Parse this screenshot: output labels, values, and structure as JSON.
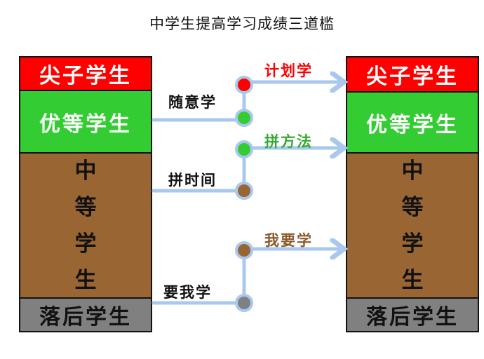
{
  "title": "中学生提高学习成绩三道槛",
  "left_column": {
    "top": "尖子学生",
    "excellent": "优等学生",
    "middle": [
      "中",
      "等",
      "学",
      "生"
    ],
    "low": "落后学生"
  },
  "right_column": {
    "top": "尖子学生",
    "excellent": "优等学生",
    "middle": [
      "中",
      "等",
      "学",
      "生"
    ],
    "low": "落后学生"
  },
  "steps": [
    {
      "from_label": "随意学",
      "to_label": "计划学",
      "to_label_color": "#ff0000",
      "to_label_color_name": "red"
    },
    {
      "from_label": "拼时间",
      "to_label": "拼方法",
      "to_label_color": "#33aa33",
      "to_label_color_name": "green"
    },
    {
      "from_label": "要我学",
      "to_label": "我要学",
      "to_label_color": "#8b5a2b",
      "to_label_color_name": "brown"
    }
  ],
  "colors": {
    "top": "#ff0000",
    "excellent": "#33cc33",
    "middle": "#996633",
    "low": "#808080",
    "connector": "#a9c8ee"
  }
}
